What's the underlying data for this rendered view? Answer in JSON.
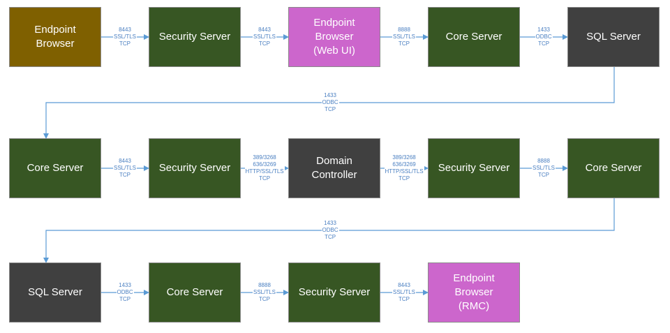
{
  "colors": {
    "green": "#375623",
    "olive": "#7f6000",
    "magenta": "#cc66cc",
    "dark": "#404040",
    "connector": "#5b9bd5",
    "label": "#4a7fc1"
  },
  "nodes": [
    {
      "id": "n1",
      "text": "Endpoint\nBrowser",
      "color": "olive"
    },
    {
      "id": "n2",
      "text": "Security Server",
      "color": "green"
    },
    {
      "id": "n3",
      "text": "Endpoint\nBrowser\n(Web UI)",
      "color": "magenta"
    },
    {
      "id": "n4",
      "text": "Core Server",
      "color": "green"
    },
    {
      "id": "n5",
      "text": "SQL Server",
      "color": "dark"
    },
    {
      "id": "n6",
      "text": "Core Server",
      "color": "green"
    },
    {
      "id": "n7",
      "text": "Security Server",
      "color": "green"
    },
    {
      "id": "n8",
      "text": "Domain\nController",
      "color": "dark"
    },
    {
      "id": "n9",
      "text": "Security Server",
      "color": "green"
    },
    {
      "id": "n10",
      "text": "Core Server",
      "color": "green"
    },
    {
      "id": "n11",
      "text": "SQL Server",
      "color": "dark"
    },
    {
      "id": "n12",
      "text": "Core Server",
      "color": "green"
    },
    {
      "id": "n13",
      "text": "Security Server",
      "color": "green"
    },
    {
      "id": "n14",
      "text": "Endpoint\nBrowser\n(RMC)",
      "color": "magenta"
    }
  ],
  "connections": [
    {
      "from": "n1",
      "to": "n2",
      "label": "8443\nSSL/TLS\nTCP"
    },
    {
      "from": "n2",
      "to": "n3",
      "label": "8443\nSSL/TLS\nTCP"
    },
    {
      "from": "n3",
      "to": "n4",
      "label": "8888\nSSL/TLS\nTCP"
    },
    {
      "from": "n4",
      "to": "n5",
      "label": "1433\nODBC\nTCP"
    },
    {
      "from": "n5",
      "to": "n6",
      "label": "1433\nODBC\nTCP"
    },
    {
      "from": "n6",
      "to": "n7",
      "label": "8443\nSSL/TLS\nTCP"
    },
    {
      "from": "n7",
      "to": "n8",
      "label": "389/3268\n636/3269\nHTTP/SSL/TLS\nTCP"
    },
    {
      "from": "n8",
      "to": "n9",
      "label": "389/3268\n636/3269\nHTTP/SSL/TLS\nTCP"
    },
    {
      "from": "n9",
      "to": "n10",
      "label": "8888\nSSL/TLS\nTCP"
    },
    {
      "from": "n10",
      "to": "n11",
      "label": "1433\nODBC\nTCP"
    },
    {
      "from": "n11",
      "to": "n12",
      "label": "1433\nODBC\nTCP"
    },
    {
      "from": "n12",
      "to": "n13",
      "label": "8888\nSSL/TLS\nTCP"
    },
    {
      "from": "n13",
      "to": "n14",
      "label": "8443\nSSL/TLS\nTCP"
    }
  ]
}
